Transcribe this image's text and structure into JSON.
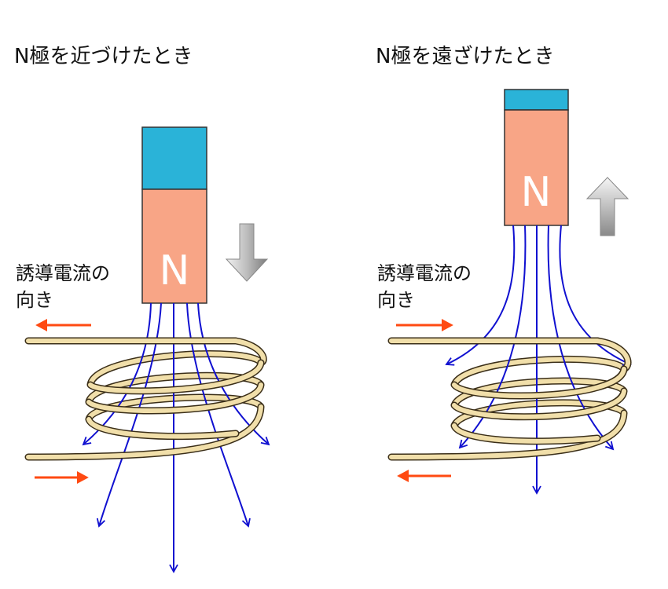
{
  "left_panel": {
    "title": "N極を近づけたとき",
    "current_label_line1": "誘導電流の",
    "current_label_line2": "向き",
    "magnet_pole": "N",
    "motion": "down"
  },
  "right_panel": {
    "title": "N極を遠ざけたとき",
    "current_label_line1": "誘導電流の",
    "current_label_line2": "向き",
    "magnet_pole": "N",
    "motion": "up"
  },
  "colors": {
    "south_pole": "#2ab3d8",
    "north_pole": "#f8a586",
    "field_line": "#1010d0",
    "current_arrow": "#ff4a12",
    "coil": "#f1dfaa",
    "coil_outline": "#3a2e18"
  }
}
